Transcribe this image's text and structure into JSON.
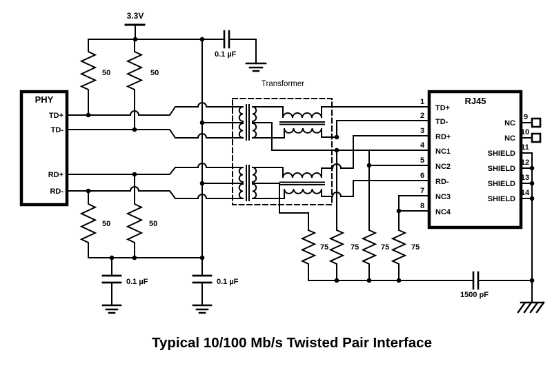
{
  "title": "Typical 10/100 Mb/s Twisted Pair Interface",
  "supply": {
    "label": "3.3V"
  },
  "transformer": {
    "label": "Transformer"
  },
  "phy": {
    "label": "PHY",
    "pins": [
      {
        "name": "TD+"
      },
      {
        "name": "TD-"
      },
      {
        "name": "RD+"
      },
      {
        "name": "RD-"
      }
    ]
  },
  "rj45": {
    "label": "RJ45",
    "left_pins": [
      {
        "num": "1",
        "label": "TD+"
      },
      {
        "num": "2",
        "label": "TD-"
      },
      {
        "num": "3",
        "label": "RD+"
      },
      {
        "num": "4",
        "label": "NC1"
      },
      {
        "num": "5",
        "label": "NC2"
      },
      {
        "num": "6",
        "label": "RD-"
      },
      {
        "num": "7",
        "label": "NC3"
      },
      {
        "num": "8",
        "label": "NC4"
      }
    ],
    "right_pins": [
      {
        "num": "9",
        "label": "NC"
      },
      {
        "num": "10",
        "label": "NC"
      },
      {
        "num": "11",
        "label": "SHIELD"
      },
      {
        "num": "12",
        "label": "SHIELD"
      },
      {
        "num": "13",
        "label": "SHIELD"
      },
      {
        "num": "14",
        "label": "SHIELD"
      }
    ]
  },
  "values": {
    "r50": "50",
    "r75": "75",
    "c_bypass": "0.1 µF",
    "c_shield": "1500 pF"
  },
  "colors": {
    "ink": "#000000",
    "paper": "#ffffff"
  }
}
